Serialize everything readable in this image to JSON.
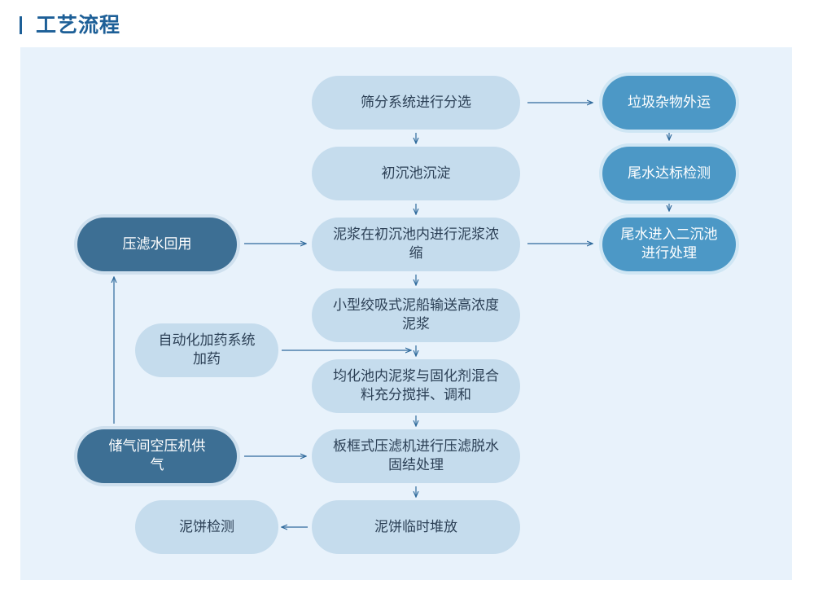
{
  "header": {
    "title": "工艺流程"
  },
  "nodes": {
    "screening": "筛分系统进行分选",
    "primary_settling": "初沉池沉淀",
    "thickening": "泥浆在初沉池内进行泥浆浓缩",
    "dredging": "小型绞吸式泥船输送高浓度泥浆",
    "mixing": "均化池内泥浆与固化剂混合料充分搅拌、调和",
    "press": "板框式压滤机进行压滤脱水固结处理",
    "stacking": "泥饼临时堆放",
    "garbage": "垃圾杂物外运",
    "tailwater_test": "尾水达标检测",
    "secondary": "尾水进入二沉池进行处理",
    "filtrate_reuse": "压滤水回用",
    "dosing": "自动化加药系统加药",
    "air_supply": "储气间空压机供气",
    "cake_test": "泥饼检测"
  },
  "colors": {
    "title": "#1d5f97",
    "panel": "#e8f2fb",
    "light_node": "#c5dced",
    "dark_node": "#3d6f94",
    "blue_node": "#4c98c6",
    "arrow": "#2f6a9c"
  }
}
